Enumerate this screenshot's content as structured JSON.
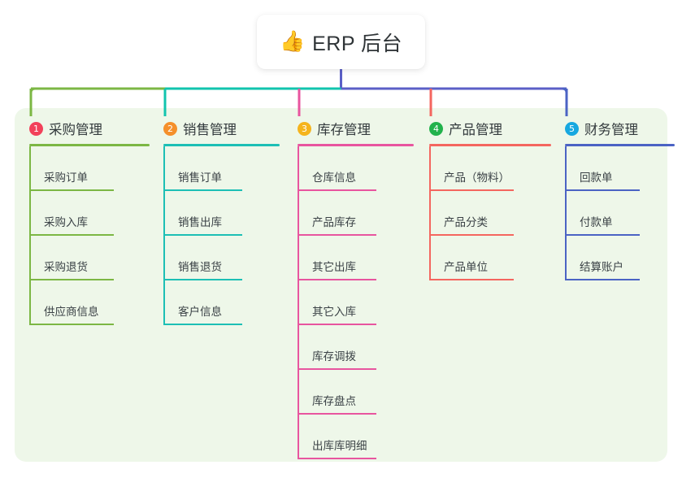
{
  "diagram": {
    "type": "org-chart",
    "root": {
      "icon": "thumbs-up-icon",
      "emoji": "👍",
      "label": "ERP 后台"
    },
    "panel_color": "#eef7e9",
    "stem_color": "#5b5fc7",
    "columns": [
      {
        "index": "1",
        "label": "采购管理",
        "badge_color": "#f2415a",
        "line_color": "#7cb744",
        "connector_color": "#7cb744",
        "items": [
          "采购订单",
          "采购入库",
          "采购退货",
          "供应商信息"
        ]
      },
      {
        "index": "2",
        "label": "销售管理",
        "badge_color": "#f5902b",
        "line_color": "#1dbfb5",
        "connector_color": "#11c4ae",
        "items": [
          "销售订单",
          "销售出库",
          "销售退货",
          "客户信息"
        ]
      },
      {
        "index": "3",
        "label": "库存管理",
        "badge_color": "#f5b41d",
        "line_color": "#e8559f",
        "connector_color": "#e8559f",
        "items": [
          "仓库信息",
          "产品库存",
          "其它出库",
          "其它入库",
          "库存调拨",
          "库存盘点",
          "出库库明细"
        ]
      },
      {
        "index": "4",
        "label": "产品管理",
        "badge_color": "#22b24c",
        "line_color": "#f4665f",
        "connector_color": "#f4665f",
        "items": [
          "产品（物料）",
          "产品分类",
          "产品单位"
        ]
      },
      {
        "index": "5",
        "label": "财务管理",
        "badge_color": "#17a8e0",
        "line_color": "#4b63c4",
        "connector_color": "#4b63c4",
        "items": [
          "回款单",
          "付款单",
          "结算账户"
        ]
      }
    ]
  }
}
